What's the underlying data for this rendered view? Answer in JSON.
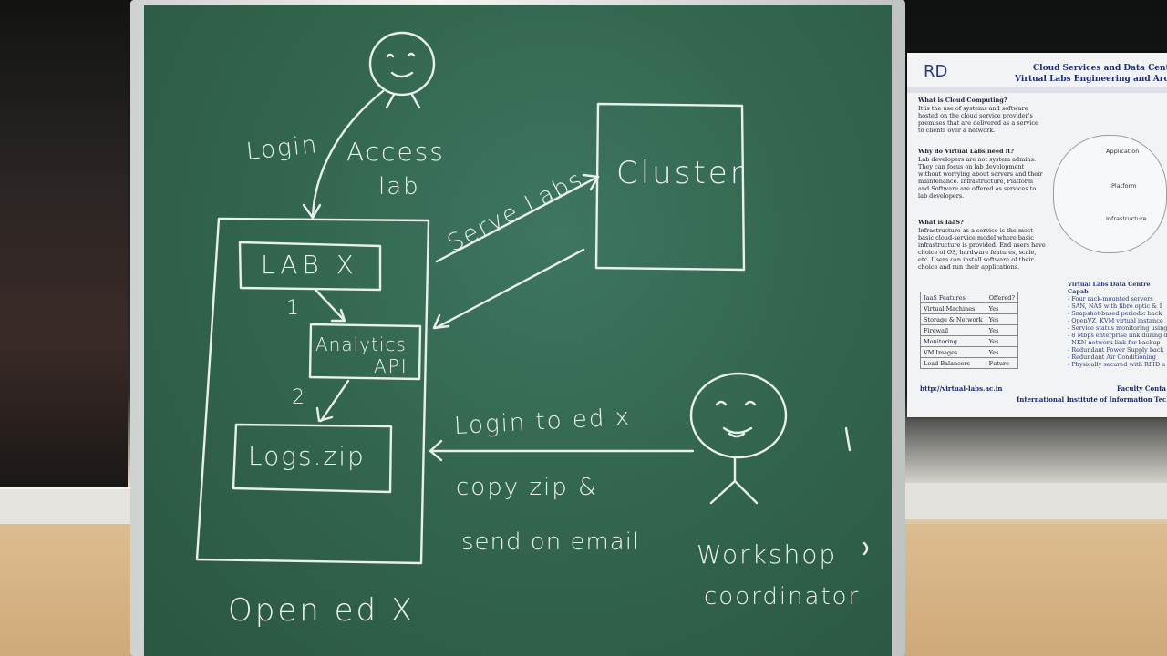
{
  "board": {
    "login_label": "Login",
    "access_lab_line1": "Access",
    "access_lab_line2": "lab",
    "cluster_label": "Cluster",
    "serve_labs_label": "Serve Labs",
    "lab_x_label": "LAB X",
    "step1": "1",
    "analytics_line1": "Analytics",
    "analytics_line2": "API",
    "step2": "2",
    "logs_zip_label": "Logs.zip",
    "login_edx_label": "Login to ed x",
    "copy_zip_label": "copy zip &",
    "send_email_label": "send on email",
    "workshop_line1": "Workshop",
    "workshop_line2": "coordinator",
    "openedx_label": "Open ed X"
  },
  "poster": {
    "logo_text": "RD",
    "title_line1": "Cloud Services and Data Centre for V",
    "title_line2": "Virtual Labs Engineering and Architecture I",
    "q1_heading": "What is Cloud Computing?",
    "q1_text": "It is the use of systems and software hosted on the cloud service provider's premises that are delivered as a service to clients over a network.",
    "q2_heading": "Why do Virtual Labs need it?",
    "q2_text": "Lab developers are not system admins. They can focus on lab development without worrying about servers and their maintenance. Infrastructure, Platform and Software are offered as services to lab developers.",
    "q3_heading": "What is IaaS?",
    "q3_text": "Infrastructure as a service is the most basic cloud-service model where basic infrastructure is provided. End users have choice of OS, hardware features, scale, etc. Users can install software of their choice and run their applications.",
    "cloud_labels": [
      "Application",
      "Platform",
      "Infrastructure"
    ],
    "table_headers": [
      "IaaS Features",
      "Offered?"
    ],
    "table_rows": [
      [
        "Virtual Machines",
        "Yes"
      ],
      [
        "Storage & Network",
        "Yes"
      ],
      [
        "Firewall",
        "Yes"
      ],
      [
        "Monitoring",
        "Yes"
      ],
      [
        "VM Images",
        "Yes"
      ],
      [
        "Load Balancers",
        "Future"
      ]
    ],
    "dc_heading": "Virtual Labs Data Centre Capab",
    "dc_items": [
      "- Four rack-mounted servers",
      "- SAN, NAS with fibre optic & 1",
      "- Snapshot-based periodic back",
      "- OpenVZ, KVM virtual instance",
      "- Service status monitoring using",
      "- 8 Mbps enterprise link during d",
      "- NKN network link for backup",
      "- Redundant Power Supply back",
      "- Redundant Air Conditioning",
      "- Physically secured with RFID a"
    ],
    "url": "http://virtual-labs.ac.in",
    "faculty": "Faculty Conta",
    "institute": "International Institute of Information Tech"
  }
}
